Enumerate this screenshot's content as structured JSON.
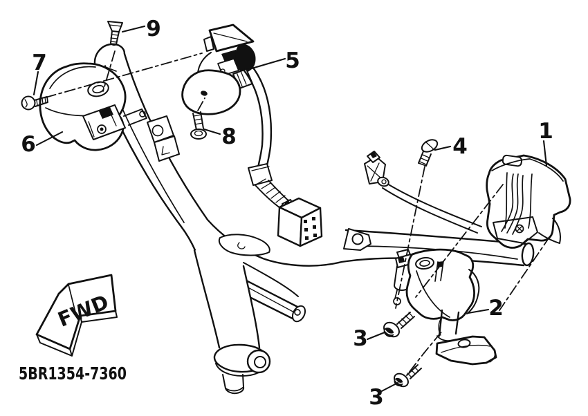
{
  "figure": {
    "part_code": "5BR1354-7360",
    "fwd_label": "FWD",
    "callouts": [
      {
        "label": "1"
      },
      {
        "label": "2"
      },
      {
        "label": "3"
      },
      {
        "label": "3"
      },
      {
        "label": "4"
      },
      {
        "label": "5"
      },
      {
        "label": "6"
      },
      {
        "label": "7"
      },
      {
        "label": "8"
      },
      {
        "label": "9"
      }
    ],
    "colors": {
      "ink": "#111111",
      "paper": "#ffffff"
    }
  }
}
